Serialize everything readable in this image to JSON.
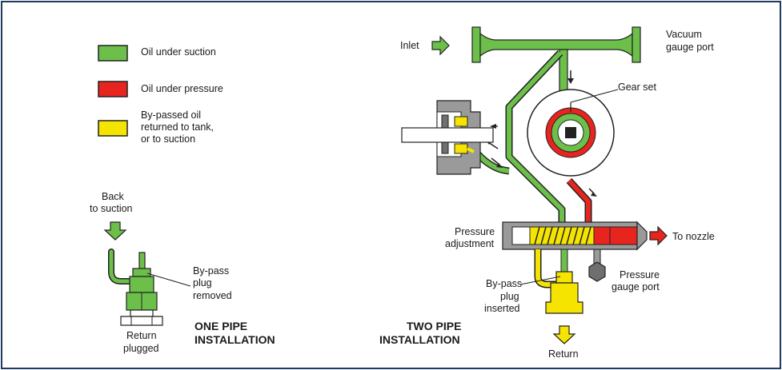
{
  "colors": {
    "suction": "#6cc04a",
    "pressure": "#e8241f",
    "bypass": "#f5e400",
    "frame": "#1f3a5f",
    "metal": "#9a9a9a",
    "metal_dark": "#6f6f6f"
  },
  "legend": {
    "suction": "Oil under suction",
    "pressure": "Oil under pressure",
    "bypass": [
      "By-passed oil",
      "returned to tank,",
      "or to suction"
    ]
  },
  "one_pipe": {
    "back_to_suction": [
      "Back",
      "to suction"
    ],
    "bypass_removed": [
      "By-pass",
      "plug",
      "removed"
    ],
    "return_plugged": [
      "Return",
      "plugged"
    ],
    "title": [
      "ONE PIPE",
      "INSTALLATION"
    ]
  },
  "two_pipe": {
    "inlet": "Inlet",
    "vacuum_port": [
      "Vacuum",
      "gauge port"
    ],
    "gear_set": "Gear set",
    "pressure_adjustment": [
      "Pressure",
      "adjustment"
    ],
    "to_nozzle": "To nozzle",
    "pressure_gauge_port": [
      "Pressure",
      "gauge port"
    ],
    "bypass_inserted": [
      "By-pass",
      "plug",
      "inserted"
    ],
    "return": "Return",
    "title": [
      "TWO PIPE",
      "INSTALLATION"
    ]
  }
}
